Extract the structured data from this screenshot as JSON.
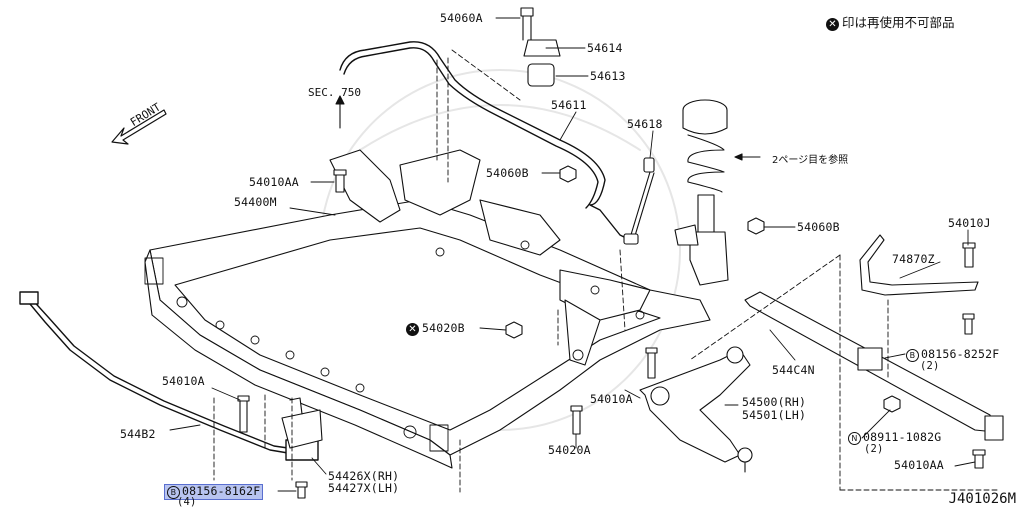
{
  "legend": {
    "symbol": "✕",
    "text": "印は再使用不可部品"
  },
  "figure_id": "J401026M",
  "front_label": "FRONT",
  "section_ref": "SEC. 750",
  "page_ref": "2ページ目を参照",
  "labels": {
    "p54060A": "54060A",
    "p54614": "54614",
    "p54613": "54613",
    "p54611": "54611",
    "p54618": "54618",
    "p54060B_1": "54060B",
    "p54060B_2": "54060B",
    "p54010AA_1": "54010AA",
    "p54400M": "54400M",
    "p54010J": "54010J",
    "p74870Z": "74870Z",
    "p54020B": "54020B",
    "p544C4N": "544C4N",
    "p08156_8252F": "08156-8252F",
    "p08156_8252F_qty": "(2)",
    "p54010A_1": "54010A",
    "p54010A_2": "54010A",
    "p54500": "54500(RH)",
    "p54501": "54501(LH)",
    "p544B2": "544B2",
    "p08911": "08911-1082G",
    "p08911_qty": "(2)",
    "p54020A": "54020A",
    "p54426X": "54426X(RH)",
    "p54427X": "54427X(LH)",
    "p54010AA_2": "54010AA",
    "p08156_8162F": "08156-8162F",
    "p08156_8162F_qty": "(4)"
  },
  "markers": {
    "bolt_b": "B",
    "nut_n": "N",
    "not_reusable": "✕"
  }
}
